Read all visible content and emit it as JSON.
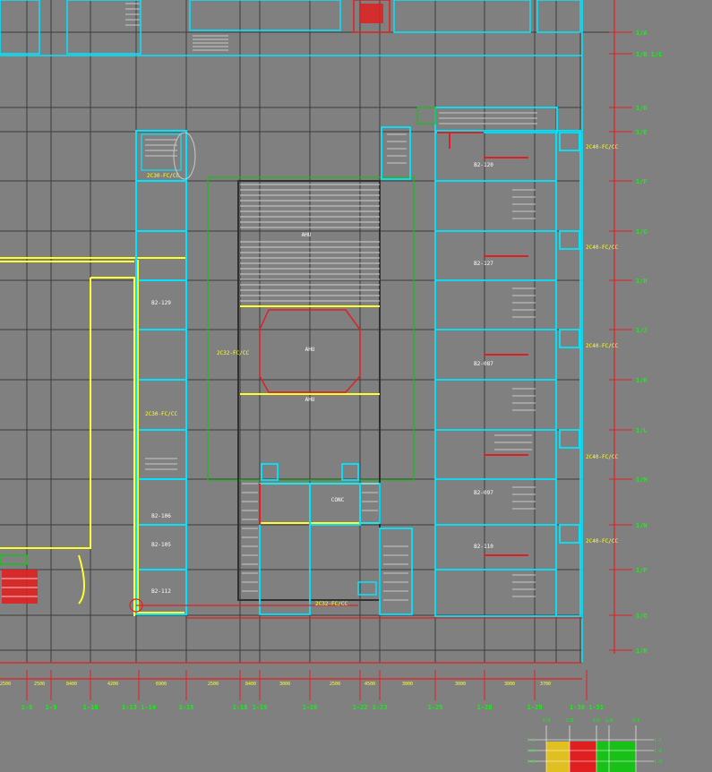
{
  "colors": {
    "background": "#808080",
    "grid": "#3c3c3c",
    "wall": "#00e5ff",
    "dim": "#ff2020",
    "label": "#ffff30",
    "axis_badge": "#00ff00",
    "fill_red": "#e02020",
    "fill_green": "#18c018",
    "fill_yellow": "#e0c020"
  },
  "axis_right": [
    "1/A",
    "1/B 1/C",
    "1/D",
    "1/E",
    "1/F",
    "1/G",
    "1/H",
    "1/J",
    "1/K",
    "1/L",
    "1/M",
    "1/N",
    "1/P",
    "1/Q",
    "1/R"
  ],
  "axis_bottom": [
    "1-8",
    "1-9",
    "1-10",
    "1-13 1-14",
    "1-15",
    "1-18",
    "1-19",
    "1-20",
    "1-22",
    "1-23",
    "1-25",
    "1-26",
    "1-29",
    "1-30 1-31"
  ],
  "dims_bottom": [
    "2500",
    "2500",
    "8400",
    "4200",
    "6900",
    "2500",
    "8400",
    "3000",
    "2500",
    "4500",
    "3000",
    "3000",
    "3000",
    "3700"
  ],
  "rooms": {
    "core": "AHU",
    "machine_room_1": "AHU",
    "machine_room_2": "AHU",
    "mech_room": "CONC",
    "tag_a": "B2-120",
    "tag_b": "B2-129",
    "tag_c": "B2-127",
    "tag_d": "B2-087",
    "tag_e": "B2-097",
    "tag_f": "B2-110",
    "tag_g": "B2-105",
    "tag_h": "B2-112",
    "tag_i": "B2-106",
    "note_left_1": "2C30-FC/CC",
    "note_left_2": "2C30-FC/CC",
    "note_right_1": "2C40-FC/CC",
    "note_right_2": "2C40-FC/CC",
    "note_right_3": "2C40-FC/CC",
    "note_right_4": "2C40-FC/CC",
    "note_right_5": "2C40-FC/CC",
    "note_mid": "2C32-FC/CC",
    "note_bottom": "2C32-FC/CC"
  },
  "legend": {
    "cols": [
      "1/A",
      "1/B",
      "1/C",
      "1/D",
      "1/E"
    ],
    "rows": [
      "1-1",
      "1-2",
      "1-3"
    ]
  }
}
